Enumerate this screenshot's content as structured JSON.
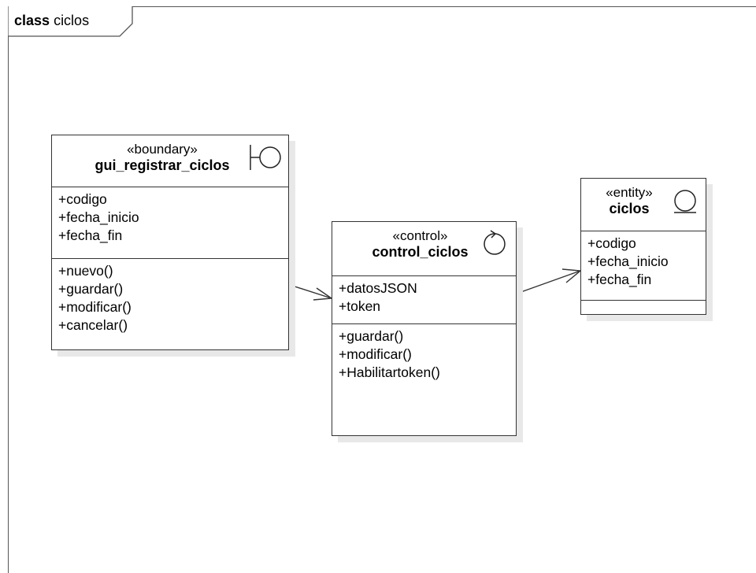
{
  "diagram": {
    "frame": {
      "keyword": "class",
      "name": "ciclos"
    },
    "classes": [
      {
        "id": "gui",
        "stereotype": "«boundary»",
        "name": "gui_registrar_ciclos",
        "icon": "boundary-icon",
        "attributes": [
          "+codigo",
          "+fecha_inicio",
          "+fecha_fin"
        ],
        "operations": [
          "+nuevo()",
          "+guardar()",
          "+modificar()",
          "+cancelar()"
        ]
      },
      {
        "id": "control",
        "stereotype": "«control»",
        "name": "control_ciclos",
        "icon": "control-icon",
        "attributes": [
          "+datosJSON",
          "+token"
        ],
        "operations": [
          "+guardar()",
          "+modificar()",
          "+Habilitartoken()"
        ]
      },
      {
        "id": "entity",
        "stereotype": "«entity»",
        "name": "ciclos",
        "icon": "entity-icon",
        "attributes": [
          "+codigo",
          "+fecha_inicio",
          "+fecha_fin"
        ],
        "operations": []
      }
    ],
    "associations": [
      {
        "from": "gui_registrar_ciclos",
        "to": "control_ciclos",
        "type": "directed"
      },
      {
        "from": "control_ciclos",
        "to": "ciclos",
        "type": "directed"
      }
    ]
  }
}
